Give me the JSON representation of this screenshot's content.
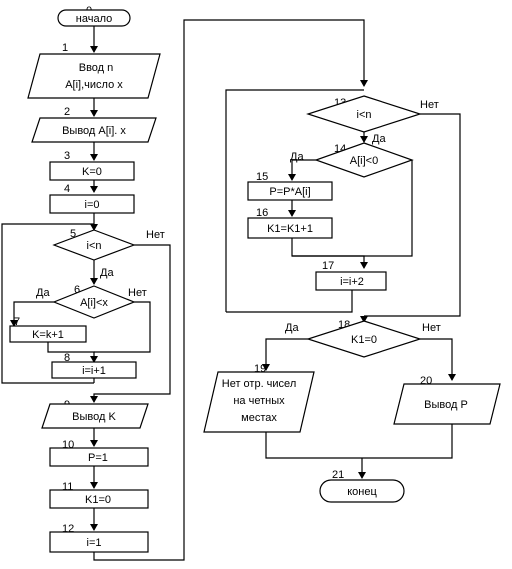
{
  "blocks": {
    "b0": {
      "num": "0",
      "text": "начало"
    },
    "b1": {
      "num": "1",
      "line1": "Ввод  n",
      "line2": "A[i],число x"
    },
    "b2": {
      "num": "2",
      "text": "Вывод A[i]. x"
    },
    "b3": {
      "num": "3",
      "text": "K=0"
    },
    "b4": {
      "num": "4",
      "text": "i=0"
    },
    "b5": {
      "num": "5",
      "text": "i<n",
      "yes": "Да",
      "no": "Нет"
    },
    "b6": {
      "num": "6",
      "text": "A[i]<x",
      "yes": "Да",
      "no": "Нет"
    },
    "b7": {
      "num": "7",
      "text": "K=k+1"
    },
    "b8": {
      "num": "8",
      "text": "i=i+1"
    },
    "b9": {
      "num": "9",
      "text": "Вывод K"
    },
    "b10": {
      "num": "10",
      "text": "P=1"
    },
    "b11": {
      "num": "11",
      "text": "K1=0"
    },
    "b12": {
      "num": "12",
      "text": "i=1"
    },
    "b13": {
      "num": "13",
      "text": "i<n",
      "yes": "Да",
      "no": "Нет"
    },
    "b14": {
      "num": "14",
      "text": "A[i]<0",
      "yes": "Да"
    },
    "b15": {
      "num": "15",
      "text": "P=P*A[i]"
    },
    "b16": {
      "num": "16",
      "text": "K1=K1+1"
    },
    "b17": {
      "num": "17",
      "text": "i=i+2"
    },
    "b18": {
      "num": "18",
      "text": "K1=0",
      "yes": "Да",
      "no": "Нет"
    },
    "b19": {
      "num": "19",
      "line1": "Нет отр. чисел",
      "line2": "на четных",
      "line3": "местах"
    },
    "b20": {
      "num": "20",
      "text": "Вывод P"
    },
    "b21": {
      "num": "21",
      "text": "конец"
    }
  }
}
